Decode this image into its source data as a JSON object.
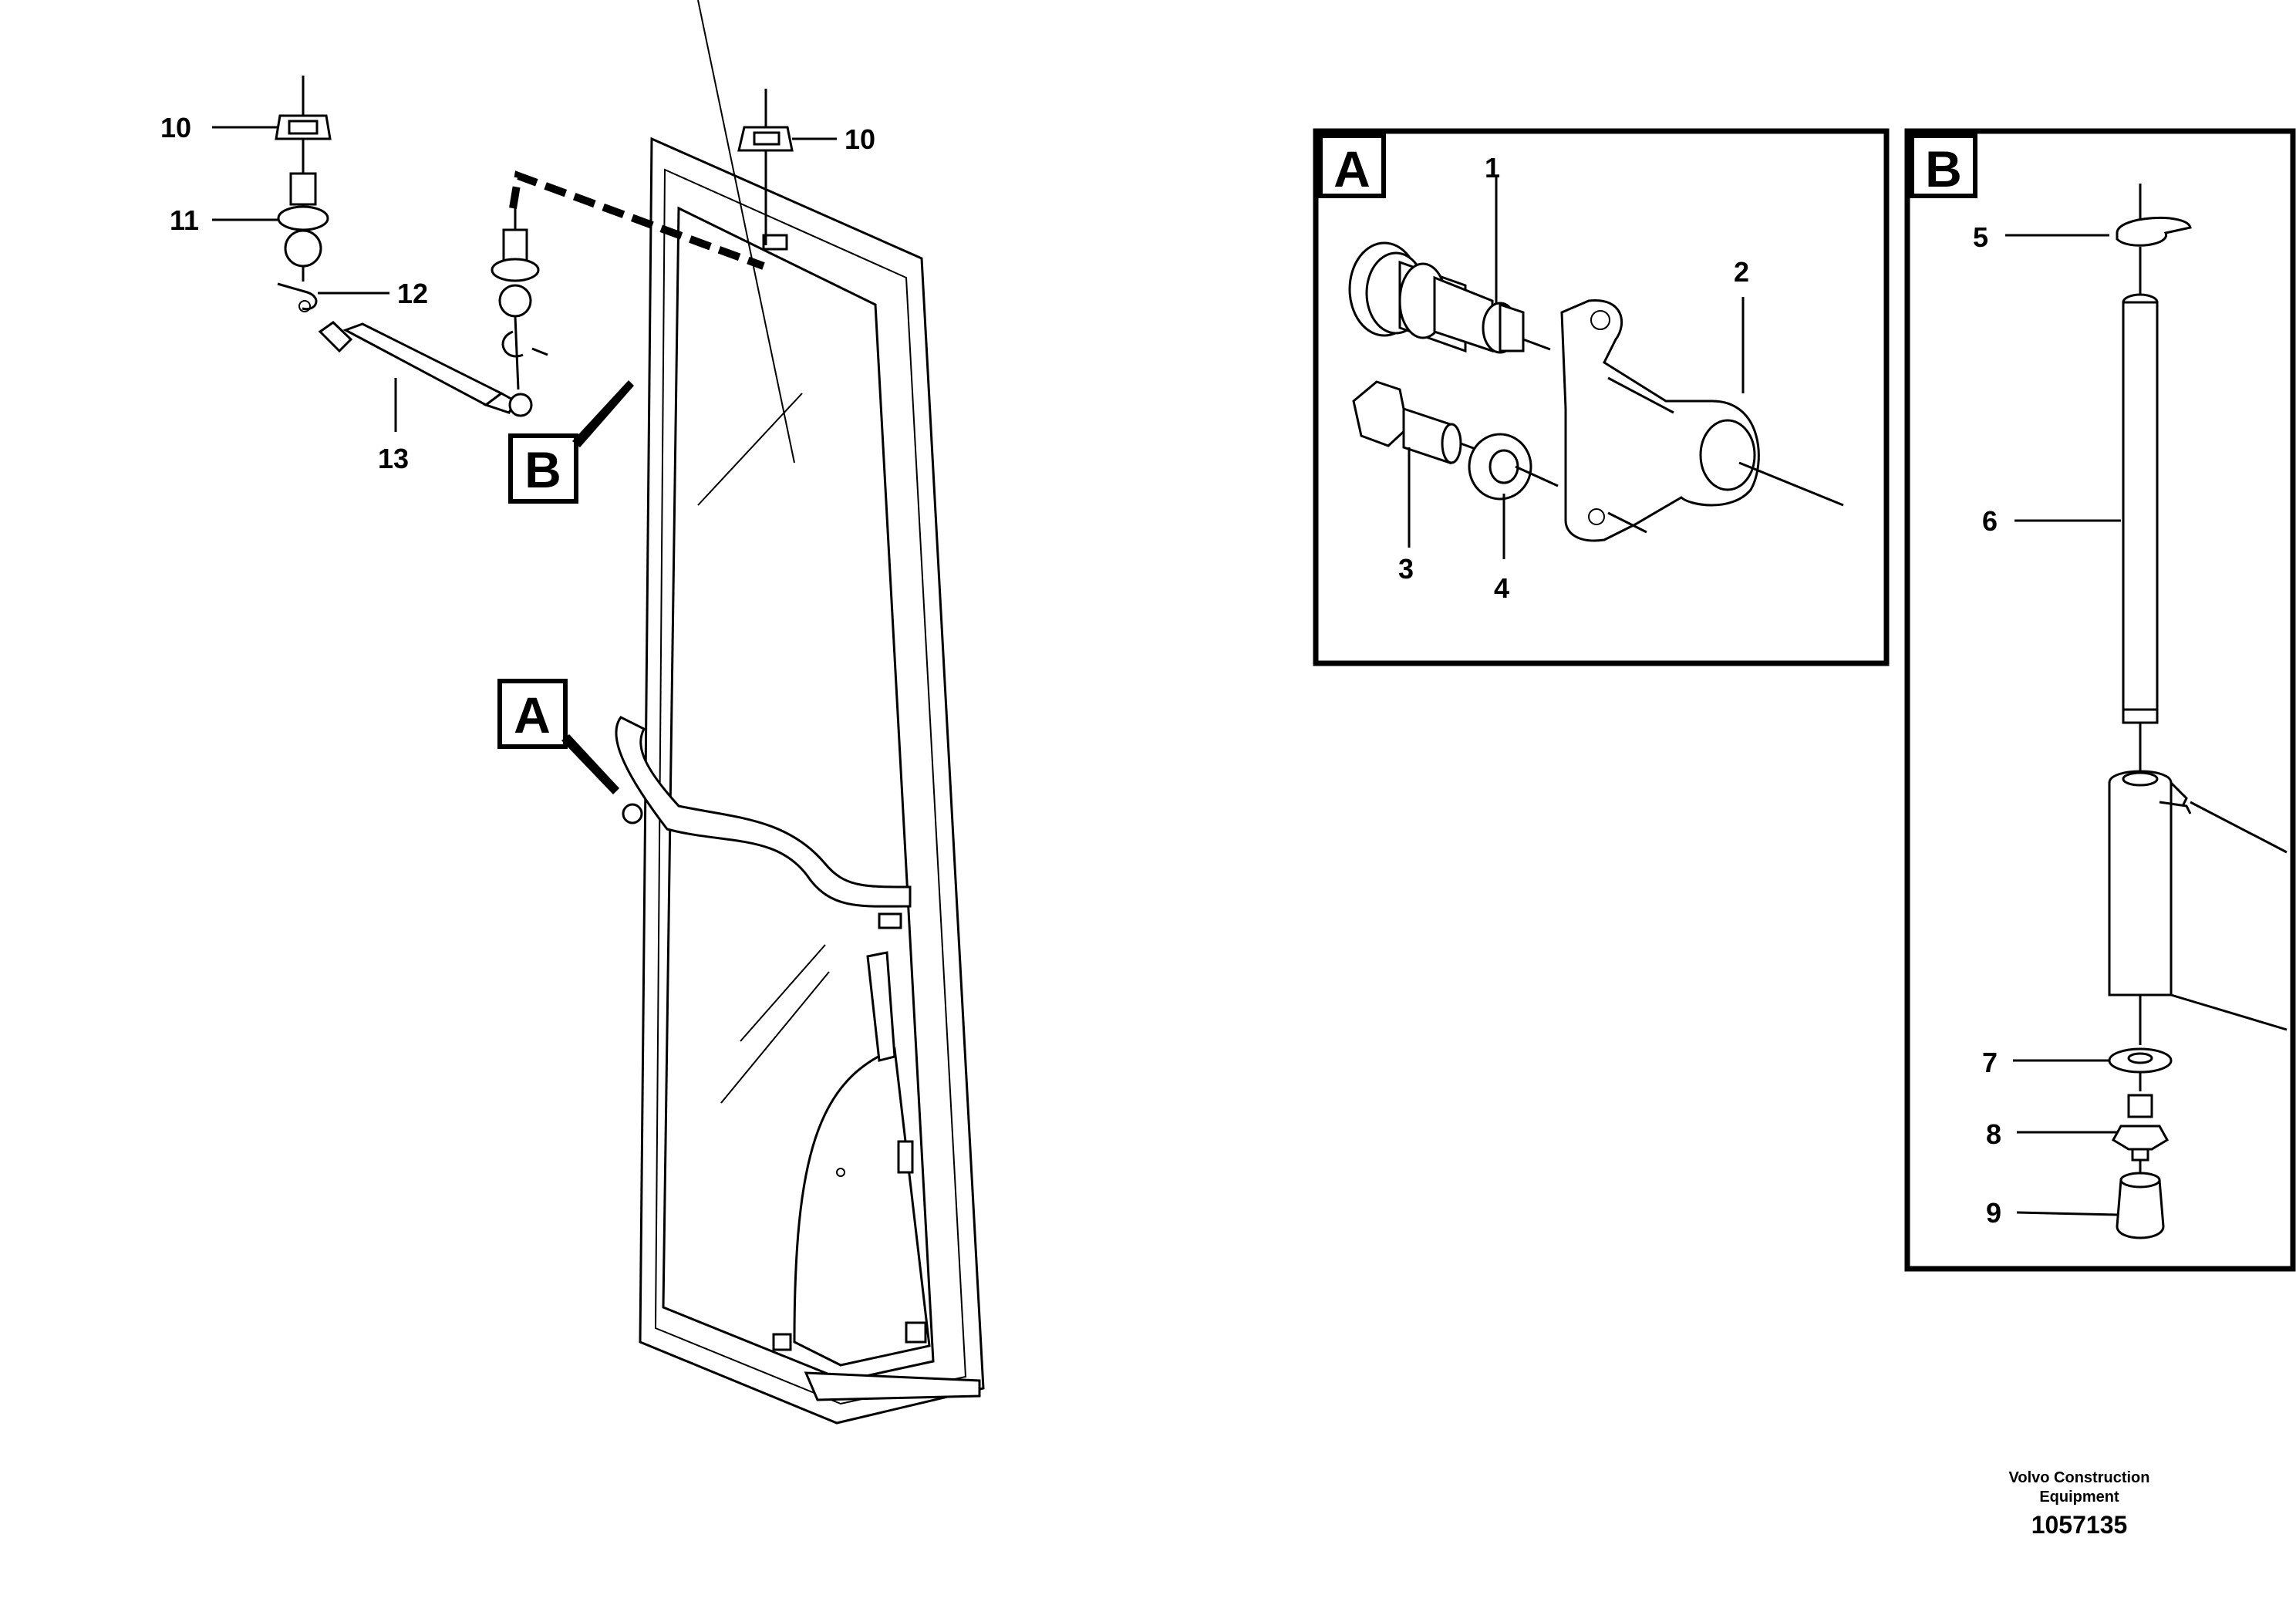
{
  "labels": {
    "l1": "1",
    "l2": "2",
    "l3": "3",
    "l4": "4",
    "l5": "5",
    "l6": "6",
    "l7": "7",
    "l8": "8",
    "l9": "9",
    "l10a": "10",
    "l10b": "10",
    "l11": "11",
    "l12": "12",
    "l13": "13"
  },
  "callouts": {
    "a_main": "A",
    "b_main": "B",
    "a_panel": "A",
    "b_panel": "B"
  },
  "footer": {
    "company_line1": "Volvo Construction",
    "company_line2": "Equipment",
    "drawing_number": "1057135"
  }
}
